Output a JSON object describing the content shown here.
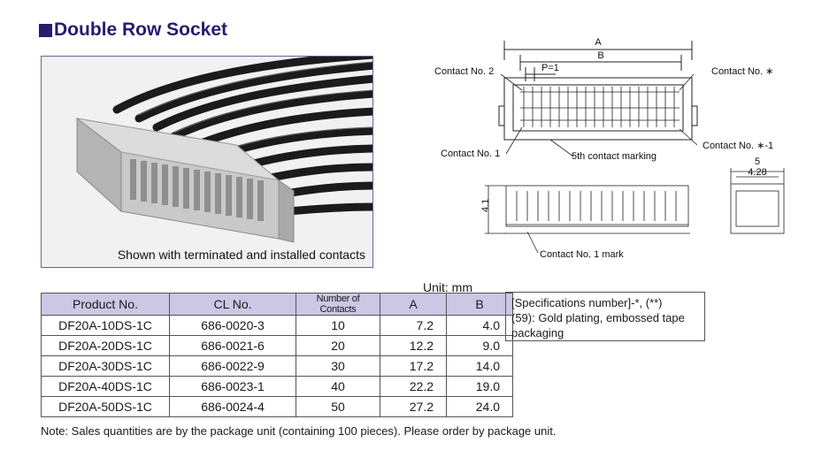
{
  "title": "Double Row Socket",
  "photo_caption": "Shown with terminated and installed contacts",
  "diagram_labels": {
    "A": "A",
    "B": "B",
    "pitch": "P=1",
    "contact_no_2": "Contact No. 2",
    "contact_no_star": "Contact No. ∗",
    "contact_no_1": "Contact No. 1",
    "fifth_contact": "5th contact marking",
    "contact_no_star_minus_1": "Contact No. ∗-1",
    "dim_5": "5",
    "dim_4_28": "4.28",
    "dim_4_1": "4.1",
    "contact_no_1_mark": "Contact No. 1 mark"
  },
  "unit_label": "Unit: mm",
  "table": {
    "headers": [
      "Product No.",
      "CL No.",
      "Number of Contacts",
      "A",
      "B"
    ],
    "rows": [
      [
        "DF20A-10DS-1C",
        "686-0020-3",
        "10",
        "7.2",
        "4.0"
      ],
      [
        "DF20A-20DS-1C",
        "686-0021-6",
        "20",
        "12.2",
        "9.0"
      ],
      [
        "DF20A-30DS-1C",
        "686-0022-9",
        "30",
        "17.2",
        "14.0"
      ],
      [
        "DF20A-40DS-1C",
        "686-0023-1",
        "40",
        "22.2",
        "19.0"
      ],
      [
        "DF20A-50DS-1C",
        "686-0024-4",
        "50",
        "27.2",
        "24.0"
      ]
    ]
  },
  "spec_box": {
    "line1": "[Specifications number]-*, (**)",
    "line2": "(59): Gold plating, embossed tape packaging"
  },
  "note": "Note: Sales quantities are by the package unit (containing 100 pieces). Please order by package unit.",
  "colors": {
    "title": "#2a1a6e",
    "table_header": "#cdc6e4",
    "frame": "#6a5fa0"
  }
}
